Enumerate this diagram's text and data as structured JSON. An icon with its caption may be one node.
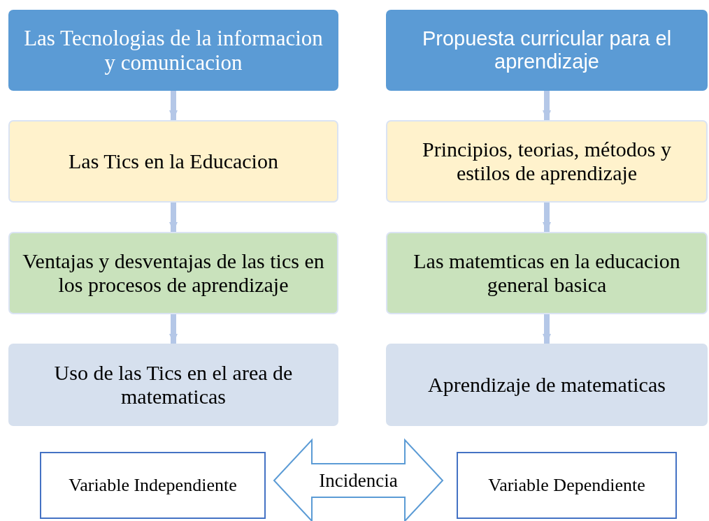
{
  "diagram": {
    "nodes": [
      {
        "text": [
          "Las Tecnologias de la informacion y comunicacion"
        ]
      },
      {
        "text": [
          "Las Tics en la Educacion"
        ]
      },
      {
        "text": [
          "Ventajas y desventajas de las tics en los procesos de aprendizaje"
        ]
      },
      {
        "text": [
          "Uso de las Tics en el area de matematicas"
        ]
      },
      {
        "text": [
          "Propuesta curricular para el aprendizaje"
        ]
      },
      {
        "text": [
          "Principios, teorias, métodos y estilos de aprendizaje"
        ]
      },
      {
        "text": [
          "Las matemticas en la educacion general basica"
        ]
      },
      {
        "text": [
          "Aprendizaje de matematicas"
        ]
      },
      {
        "text": [
          "Variable Independiente"
        ]
      },
      {
        "text": [
          "Variable Dependiente"
        ]
      }
    ],
    "edges": [
      {
        "from": 0,
        "to": 1,
        "arrow": "to"
      },
      {
        "from": 1,
        "to": 2,
        "arrow": "to"
      },
      {
        "from": 2,
        "to": 3,
        "arrow": "to"
      },
      {
        "from": 4,
        "to": 5,
        "arrow": "to"
      },
      {
        "from": 5,
        "to": 6,
        "arrow": "to"
      },
      {
        "from": 6,
        "to": 7,
        "arrow": "to"
      },
      {
        "from": 8,
        "to": 9,
        "arrow": "both",
        "label": "Incidencia"
      }
    ]
  }
}
